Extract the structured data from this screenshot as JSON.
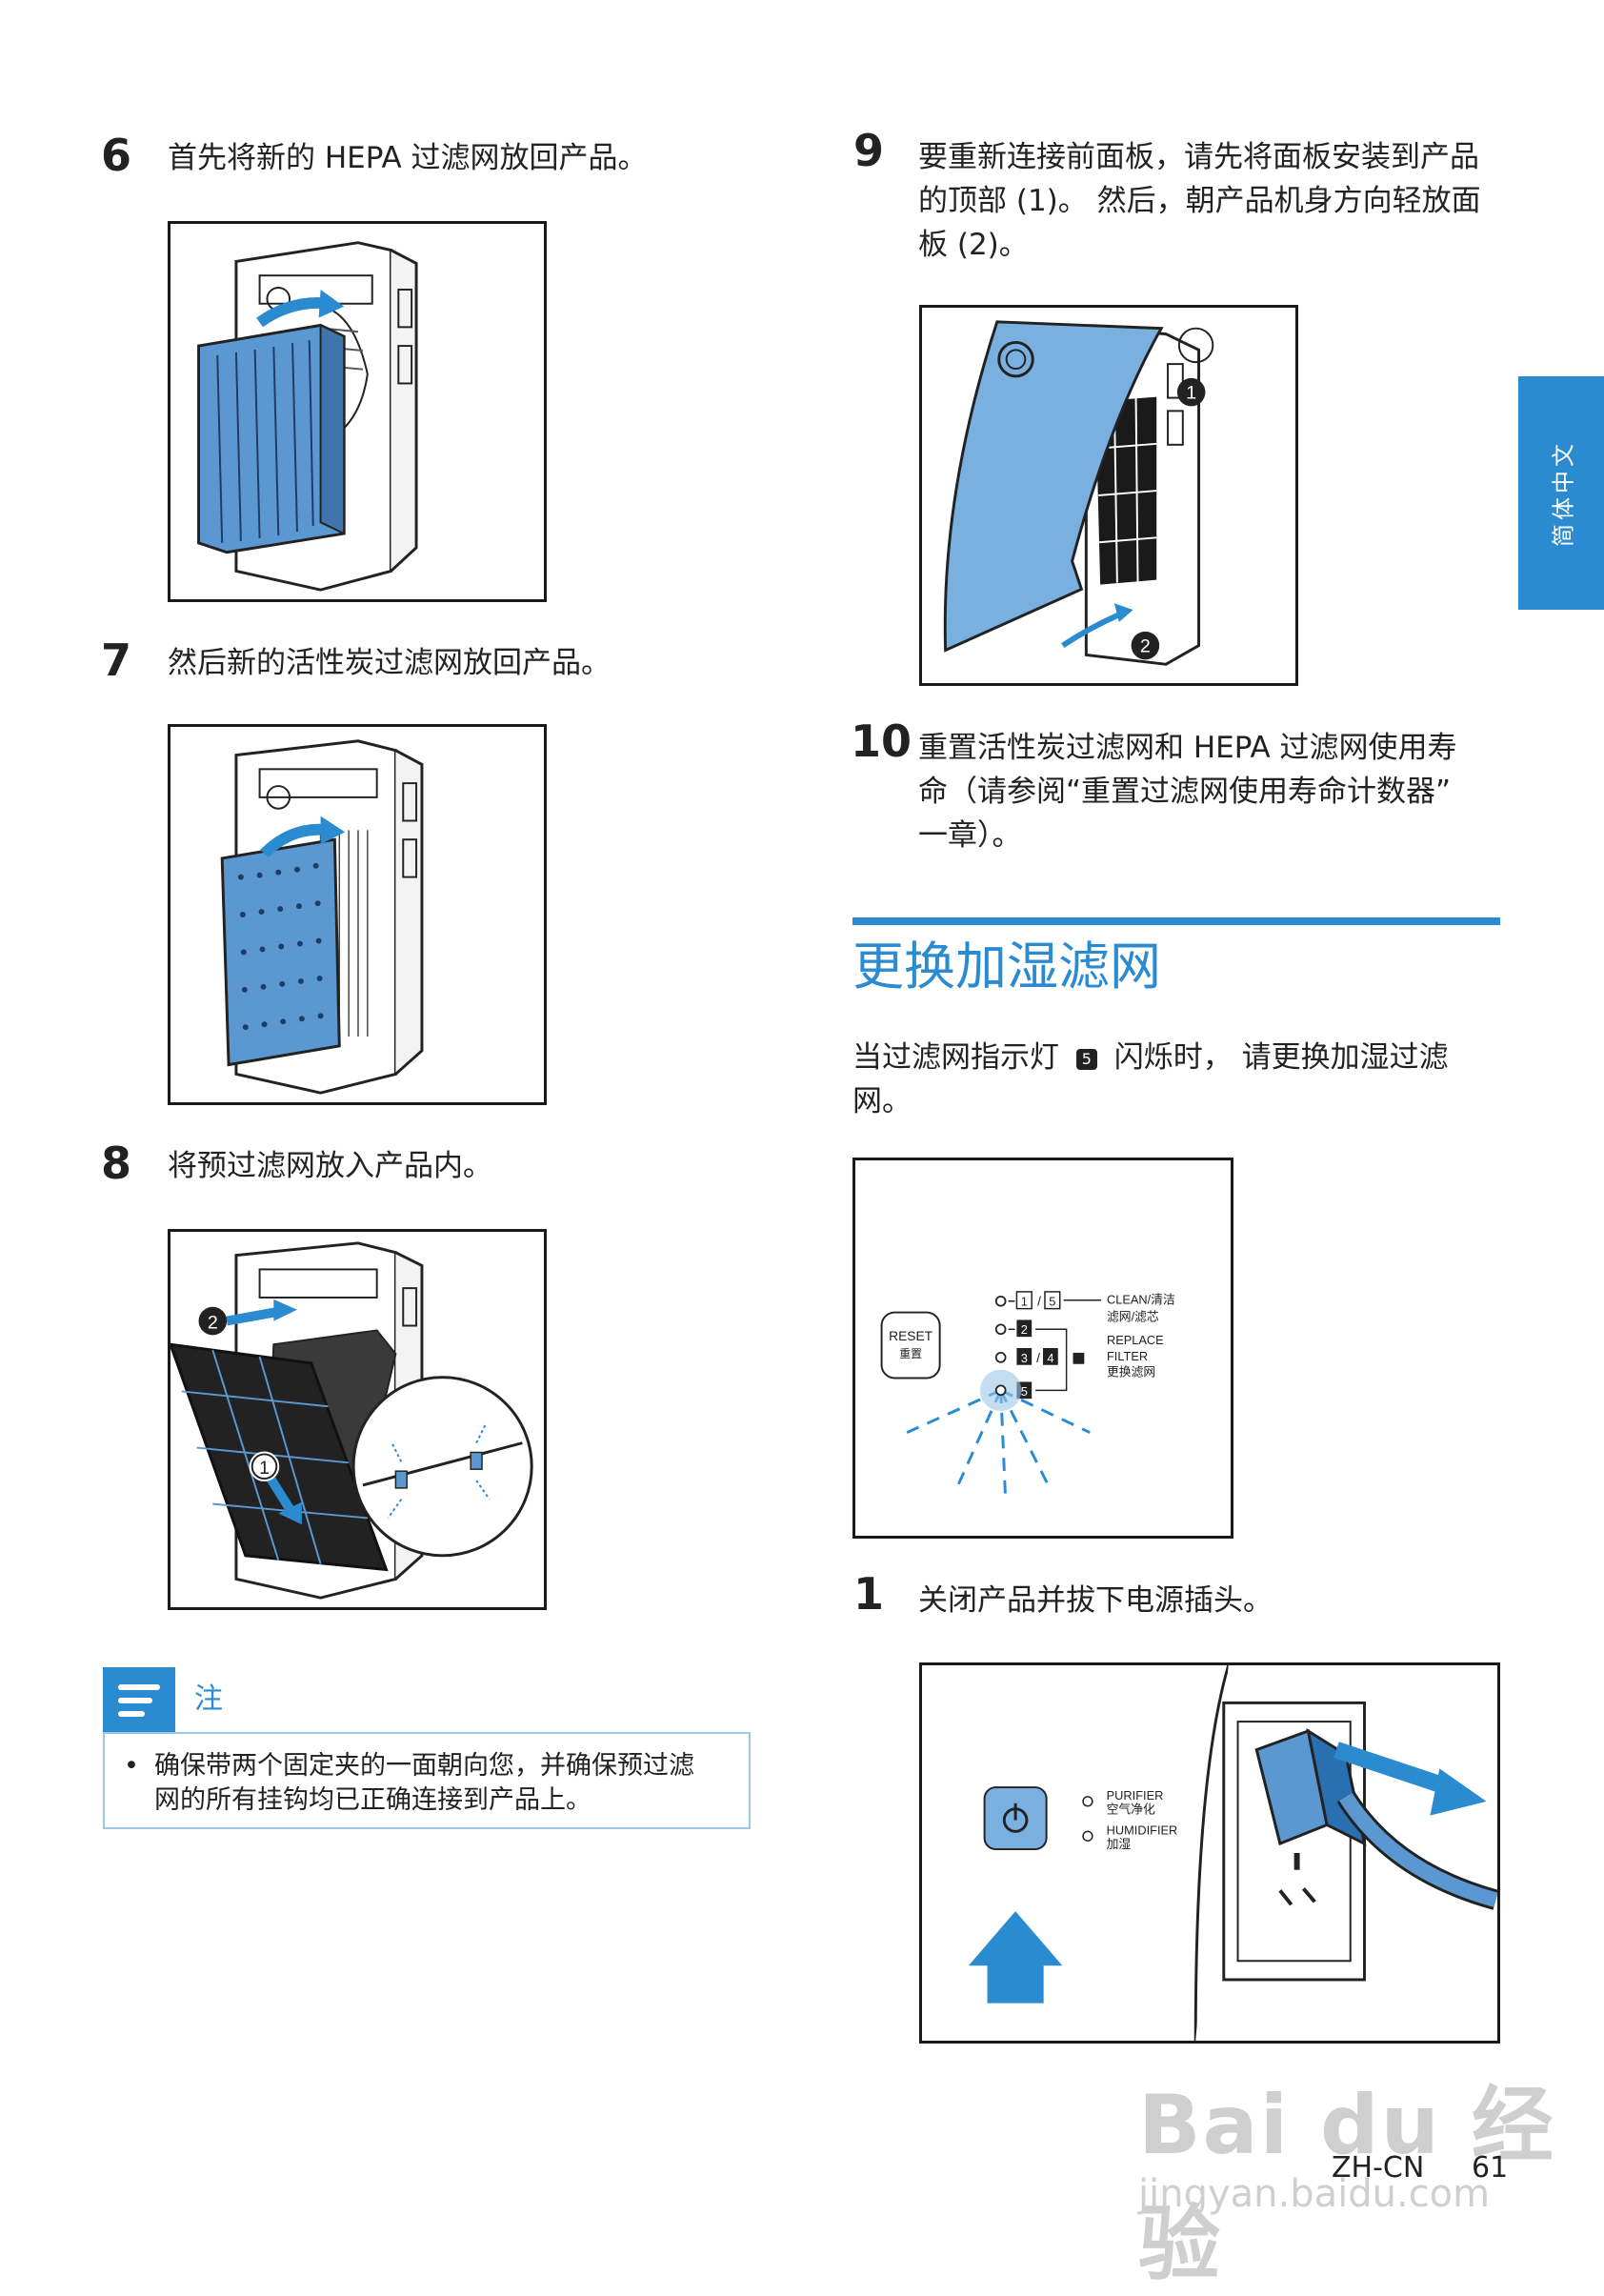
{
  "steps_left": [
    {
      "num": "6",
      "text": "首先将新的 HEPA 过滤网放回产品。"
    },
    {
      "num": "7",
      "text": "然后新的活性炭过滤网放回产品。"
    },
    {
      "num": "8",
      "text": "将预过滤网放入产品内。"
    }
  ],
  "steps_right": [
    {
      "num": "9",
      "text_lines": [
        "要重新连接前面板，请先将面板安装到产品",
        "的顶部 (1)。 然后，朝产品机身方向轻放面",
        "板 (2)。"
      ]
    },
    {
      "num": "10",
      "text_lines": [
        "重置活性炭过滤网和 HEPA 过滤网使用寿",
        "命（请参阅“重置过滤网使用寿命计数器”",
        "一章）。"
      ]
    }
  ],
  "section": {
    "title": "更换加湿滤网",
    "intro_lines": [
      "当过滤网指示灯",
      "闪烁时， 请更换加湿过滤",
      "网。"
    ],
    "indicator_glyph": "5",
    "step1": {
      "num": "1",
      "text": "关闭产品并拔下电源插头。"
    }
  },
  "note": {
    "label": "注",
    "bullet": "•",
    "text_lines": [
      "确保带两个固定夹的一面朝向您，并确保预过滤",
      "网的所有挂钩均已正确连接到产品上。"
    ]
  },
  "side_tab": "简体中文",
  "footer": {
    "lang": "ZH-CN",
    "page": "61"
  },
  "figure_labels": {
    "step9_marker1": "1",
    "step9_marker2": "2",
    "step8_marker1": "1",
    "step8_marker2": "2",
    "panel_reset": "RESET",
    "panel_reset_cn": "重置",
    "panel_clean": "CLEAN/清洁",
    "panel_clean_cn": "滤网/滤芯",
    "panel_replace": "REPLACE",
    "panel_filter": "FILTER",
    "panel_replace_cn": "更换滤网",
    "panel_n1": "1",
    "panel_n5": "5",
    "panel_n2": "2",
    "panel_n3": "3",
    "panel_n4": "4",
    "panel_n5b": "5",
    "purifier": "PURIFIER",
    "purifier_cn": "空气净化",
    "humidifier": "HUMIDIFIER",
    "humidifier_cn": "加湿"
  },
  "watermark": {
    "brand": "Bai du 经验",
    "url": "jingyan.baidu.com"
  },
  "colors": {
    "accent": "#2a8bd0",
    "filter_blue": "#5b97d1",
    "panel_blue": "#7ab0e0"
  }
}
